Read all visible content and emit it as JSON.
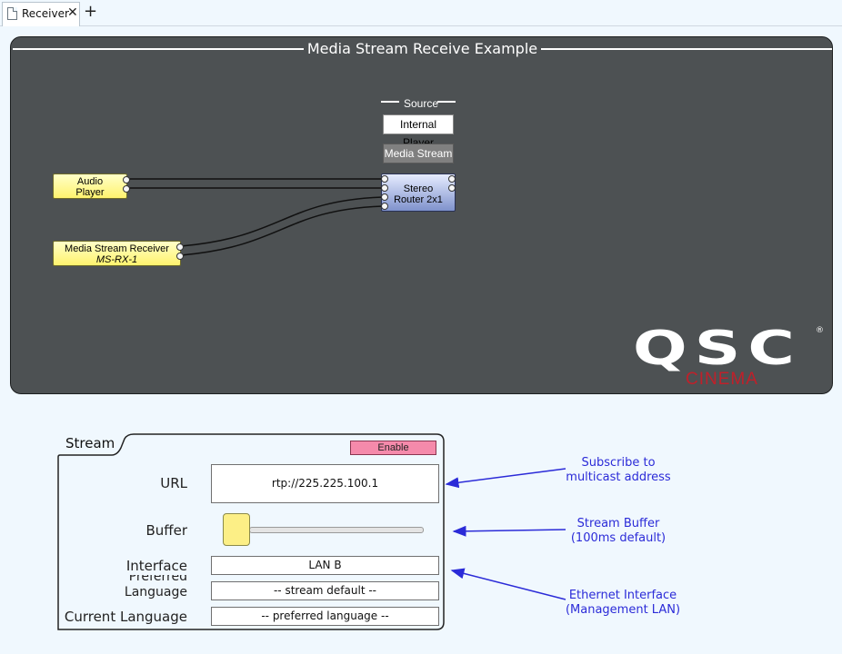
{
  "tab": {
    "label": "Receiver",
    "close": "✕",
    "add": "+"
  },
  "schematic": {
    "title": "Media Stream Receive Example",
    "source_label": "Source",
    "internal_player_button": "Internal Player",
    "media_stream_button": "Media Stream",
    "audio_player": {
      "line1": "Audio",
      "line2": "Player"
    },
    "media_stream_receiver": {
      "line1": "Media Stream Receiver",
      "line2": "MS-RX-1"
    },
    "stereo_router": {
      "line1": "Stereo",
      "line2": "Router 2x1"
    },
    "logo": {
      "main": "QSC",
      "sub": "CINEMA",
      "reg": "®"
    }
  },
  "stream": {
    "title": "Stream",
    "enable_button": "Enable",
    "url_label": "URL",
    "url_value": "rtp://225.225.100.1",
    "buffer_label": "Buffer",
    "buffer_value": 0.0,
    "interface_label": "Interface",
    "interface_value": "LAN B",
    "preferred_language_label": "Preferred Language",
    "preferred_language_value": "-- stream default --",
    "current_language_label": "Current Language",
    "current_language_value": "-- preferred language --"
  },
  "annotations": {
    "url": {
      "line1": "Subscribe to",
      "line2": "multicast address"
    },
    "buffer": {
      "line1": "Stream Buffer",
      "line2": "(100ms default)"
    },
    "interface": {
      "line1": "Ethernet Interface",
      "line2": "(Management LAN)"
    }
  },
  "colors": {
    "accent_annotation": "#2b2bd8",
    "enable": "#f58aab",
    "schematic_bg": "#4d5153",
    "logo_red": "#c0202a"
  }
}
